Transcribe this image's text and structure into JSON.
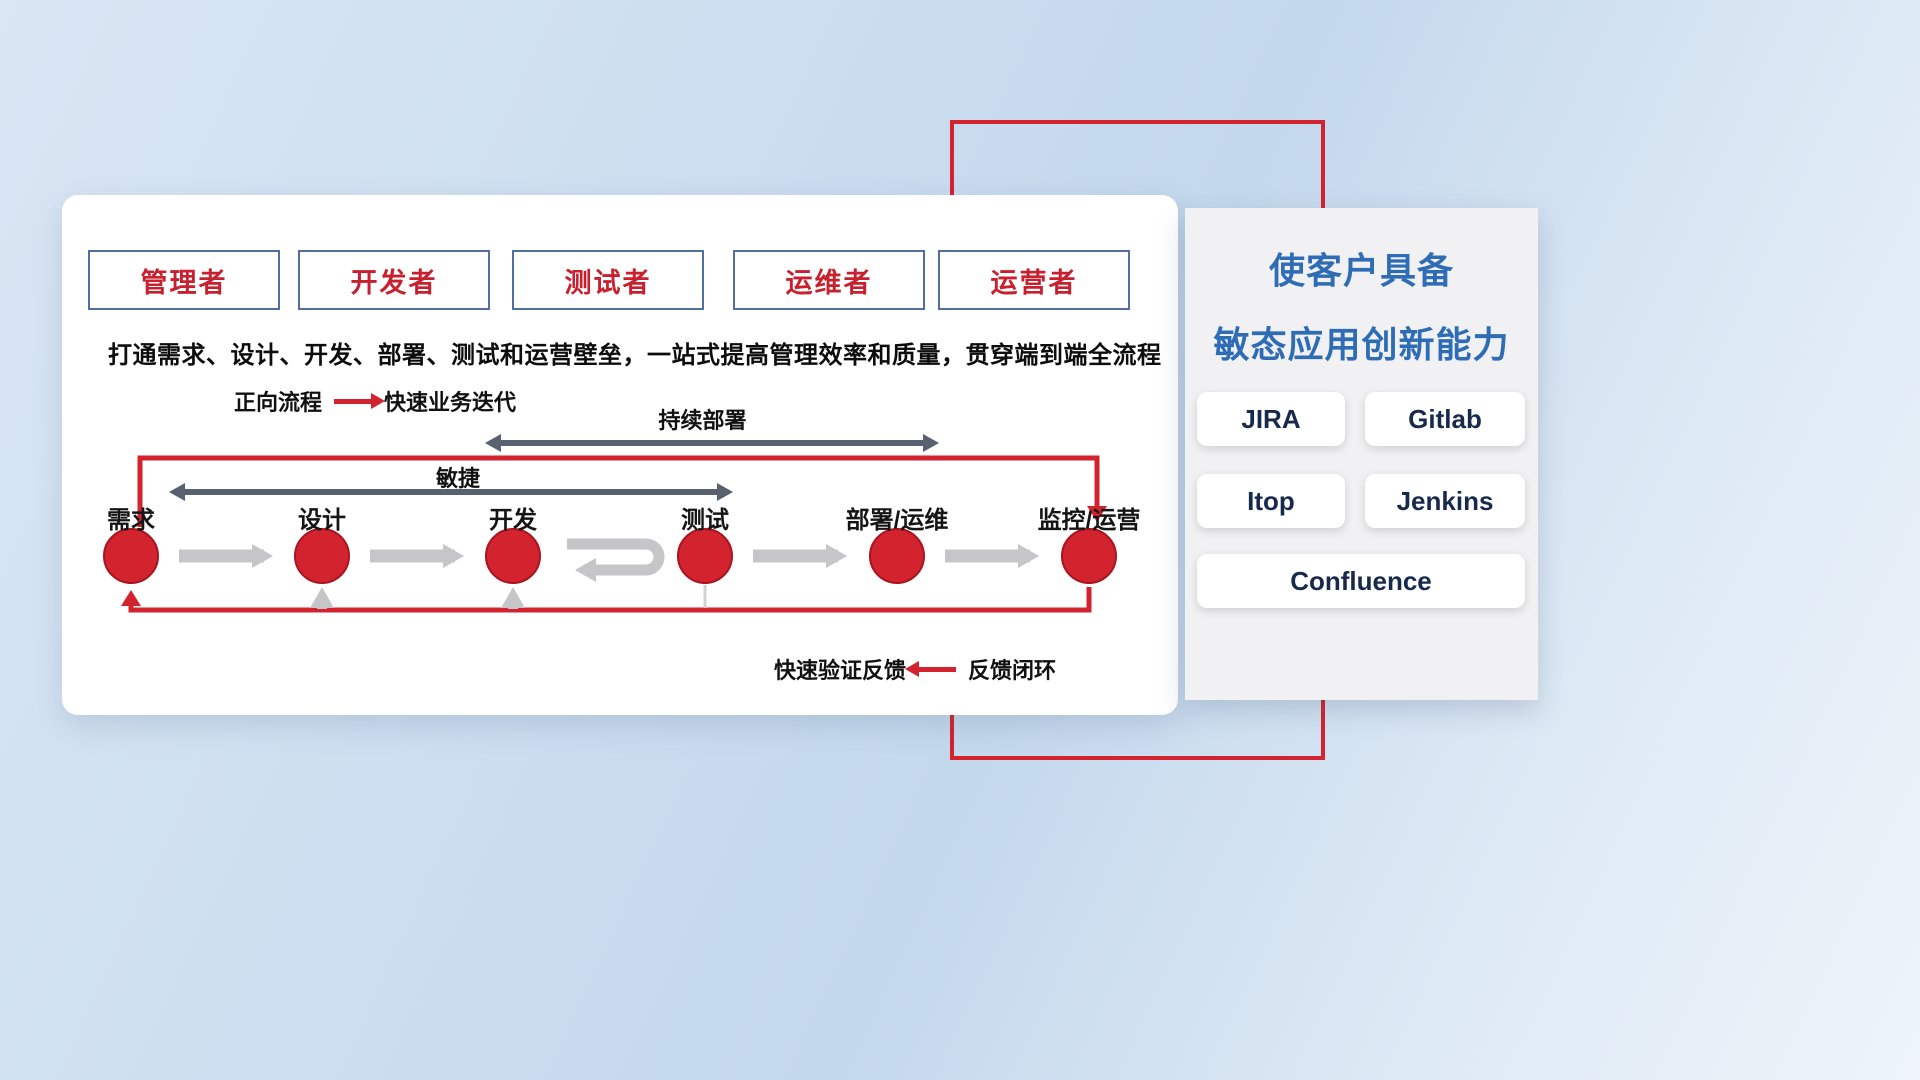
{
  "colors": {
    "accent_red": "#d2232e",
    "role_text_red": "#c8202f",
    "role_border_blue": "#52709f",
    "flow_gray": "#c6c6c8",
    "span_dark": "#57616f",
    "title_blue": "#2e6cb5",
    "tool_text_navy": "#17294d"
  },
  "roles": [
    "管理者",
    "开发者",
    "测试者",
    "运维者",
    "运营者"
  ],
  "headline": "打通需求、设计、开发、部署、测试和运营壁垒，一站式提高管理效率和质量，贯穿端到端全流程",
  "forward_legend": {
    "label": "正向流程",
    "value": "快速业务迭代"
  },
  "feedback_legend": {
    "label": "快速验证反馈",
    "value": "反馈闭环"
  },
  "flow": {
    "agile": "敏捷",
    "continuous_deploy": "持续部署",
    "nodes": [
      "需求",
      "设计",
      "开发",
      "测试",
      "部署/运维",
      "监控/运营"
    ]
  },
  "panel": {
    "title_line1": "使客户具备",
    "title_line2": "敏态应用创新能力",
    "tools": [
      "JIRA",
      "Gitlab",
      "Itop",
      "Jenkins",
      "Confluence"
    ]
  }
}
